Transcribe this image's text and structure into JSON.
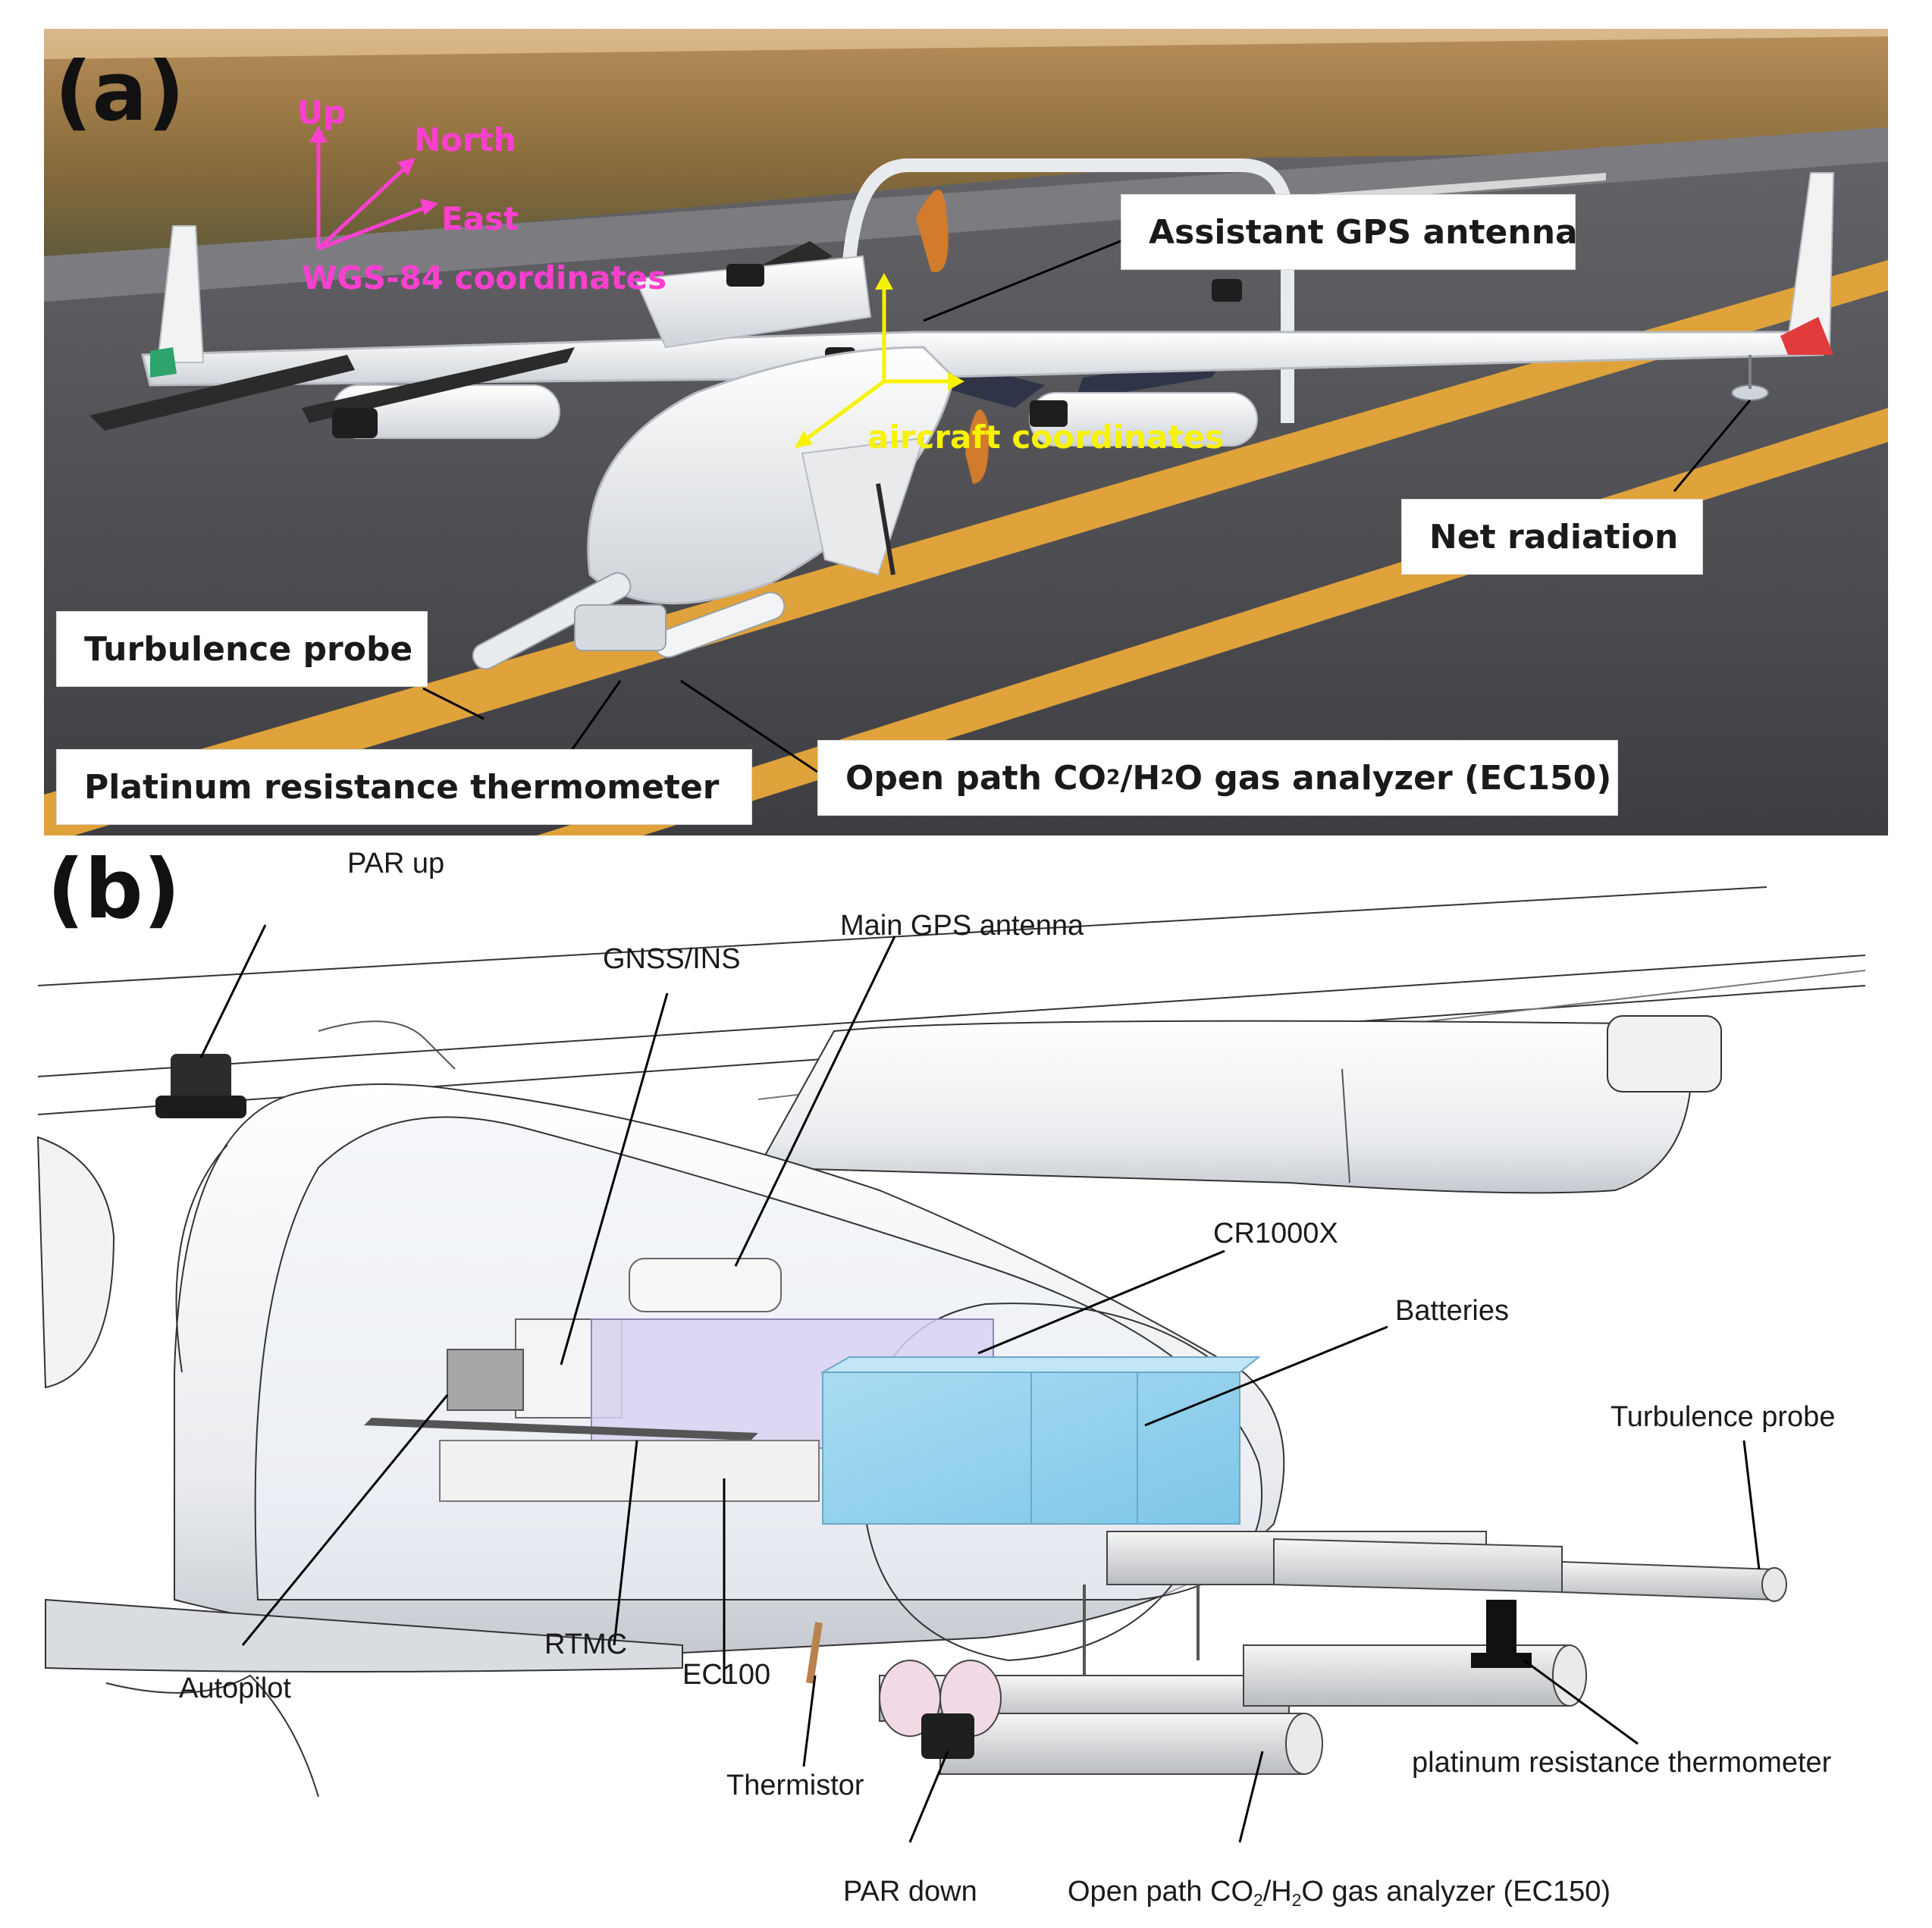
{
  "panel_a": {
    "letter": "(a)",
    "axes_wgs84": {
      "up": "Up",
      "north": "North",
      "east": "East",
      "name": "WGS-84 coordinates",
      "color": "#ff3fd0"
    },
    "axes_aircraft": {
      "name": "aircraft coordinates",
      "color": "#f7f200"
    },
    "callouts": {
      "assistant_gps": "Assistant GPS antenna",
      "net_radiation": "Net radiation",
      "turbulence_probe": "Turbulence probe",
      "platinum_thermometer": "Platinum resistance thermometer",
      "gas_analyzer": {
        "pre": "Open path CO",
        "s1": "2",
        "mid": "/H",
        "s2": "2",
        "post": "O gas analyzer (EC150)"
      }
    }
  },
  "panel_b": {
    "letter": "(b)",
    "labels": {
      "par_up": "PAR up",
      "main_gps": "Main GPS antenna",
      "gnss": "GNSS/INS",
      "cr1000x": "CR1000X",
      "batteries": "Batteries",
      "turbulence_probe": "Turbulence probe",
      "autopilot": "Autopilot",
      "rtmc": "RTMC",
      "ec100": "EC100",
      "thermistor": "Thermistor",
      "platinum_thermometer": "platinum resistance thermometer",
      "par_down": "PAR down",
      "gas_analyzer": {
        "pre": "Open path CO",
        "s1": "2",
        "mid": "/H",
        "s2": "2",
        "post": "O gas analyzer (EC150)"
      }
    }
  }
}
